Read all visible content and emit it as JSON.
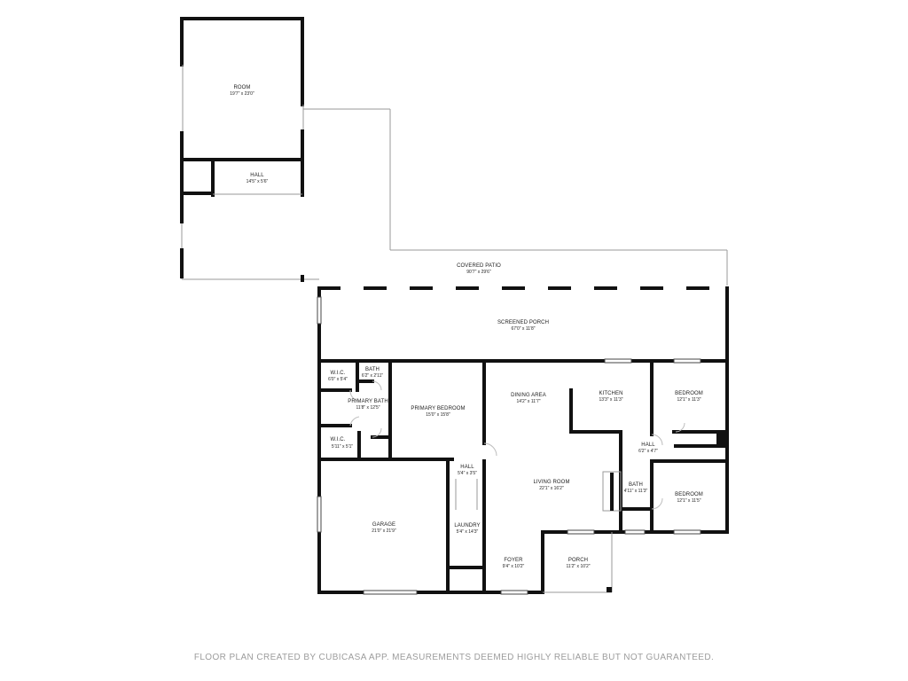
{
  "rooms": {
    "room": {
      "name": "ROOM",
      "dim": "19'7\" x 23'0\""
    },
    "hall_upper": {
      "name": "HALL",
      "dim": "14'5\" x 5'6\""
    },
    "covered_patio": {
      "name": "COVERED PATIO",
      "dim": "90'7\" x 29'6\""
    },
    "screened_porch": {
      "name": "SCREENED PORCH",
      "dim": "67'0\" x 11'8\""
    },
    "wic_top": {
      "name": "W.I.C.",
      "dim": "6'0\" x 5'4\""
    },
    "bath_small": {
      "name": "BATH",
      "dim": "6'2\" x 2'11\""
    },
    "primary_bath": {
      "name": "PRIMARY BATH",
      "dim": "11'8\" x 12'5\""
    },
    "wic_bottom": {
      "name": "W.I.C.",
      "dim": "5'11\" x 5'1\""
    },
    "primary_bedroom": {
      "name": "PRIMARY BEDROOM",
      "dim": "15'0\" x 15'8\""
    },
    "dining_area": {
      "name": "DINING AREA",
      "dim": "14'2\" x 11'7\""
    },
    "kitchen": {
      "name": "KITCHEN",
      "dim": "13'3\" x 11'3\""
    },
    "bedroom_top": {
      "name": "BEDROOM",
      "dim": "12'1\" x 11'3\""
    },
    "hall_right": {
      "name": "HALL",
      "dim": "6'2\" x 4'7\""
    },
    "hall_mid": {
      "name": "HALL",
      "dim": "5'4\" x 3'5\""
    },
    "living_room": {
      "name": "LIVING ROOM",
      "dim": "22'1\" x 16'2\""
    },
    "bath_right": {
      "name": "BATH",
      "dim": "4'11\" x 11'3\""
    },
    "bedroom_bottom": {
      "name": "BEDROOM",
      "dim": "12'1\" x 11'5\""
    },
    "garage": {
      "name": "GARAGE",
      "dim": "21'0\" x 21'9\""
    },
    "laundry": {
      "name": "LAUNDRY",
      "dim": "5'4\" x 14'3\""
    },
    "foyer": {
      "name": "FOYER",
      "dim": "9'4\" x 10'2\""
    },
    "porch": {
      "name": "PORCH",
      "dim": "11'2\" x 10'2\""
    }
  },
  "footer": {
    "text": "FLOOR PLAN CREATED BY CUBICASA APP. MEASUREMENTS DEEMED HIGHLY RELIABLE BUT NOT GUARANTEED."
  }
}
